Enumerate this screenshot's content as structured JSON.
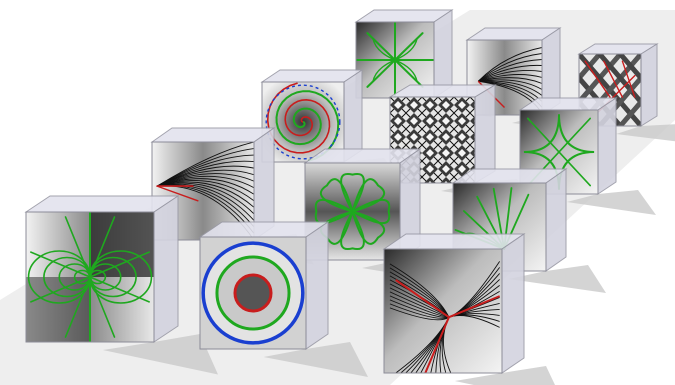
{
  "scene": {
    "background": "#ffffff",
    "floor_color": "#eeeeee",
    "shadow_color": "#c9c9c9",
    "glass_color": "#e3e3ee",
    "colors": {
      "green": "#1fa81f",
      "red": "#c81d1d",
      "blue": "#1a3fd0",
      "black": "#111111"
    }
  },
  "cubes": [
    {
      "id": "row1-radial-green",
      "pattern": "radial-green-lines",
      "grid_row": 1,
      "grid_col": 1
    },
    {
      "id": "row1-curved-black",
      "pattern": "curved-black-lines",
      "grid_row": 1,
      "grid_col": 2
    },
    {
      "id": "row1-diamond-lattice",
      "pattern": "diamond-lattice-red",
      "grid_row": 1,
      "grid_col": 3
    },
    {
      "id": "row2-spiral",
      "pattern": "spiral-green-red-blue",
      "grid_row": 2,
      "grid_col": 1
    },
    {
      "id": "row2-crystal-texture",
      "pattern": "crystalline-gray",
      "grid_row": 2,
      "grid_col": 2
    },
    {
      "id": "row2-star-green",
      "pattern": "four-point-star-green",
      "grid_row": 2,
      "grid_col": 3
    },
    {
      "id": "row3-fan-lines",
      "pattern": "fan-black-red-lines",
      "grid_row": 3,
      "grid_col": 1
    },
    {
      "id": "row3-flower-green",
      "pattern": "flower-green-petals",
      "grid_row": 3,
      "grid_col": 2
    },
    {
      "id": "row3-fan-green",
      "pattern": "fan-green-petals",
      "grid_row": 3,
      "grid_col": 3
    },
    {
      "id": "row4-dipole-green",
      "pattern": "dipole-green-field",
      "grid_row": 4,
      "grid_col": 1
    },
    {
      "id": "row4-rings",
      "pattern": "concentric-rings-blue-green-red",
      "grid_row": 4,
      "grid_col": 2
    },
    {
      "id": "row4-three-branch",
      "pattern": "three-branch-black-red",
      "grid_row": 4,
      "grid_col": 3
    }
  ]
}
